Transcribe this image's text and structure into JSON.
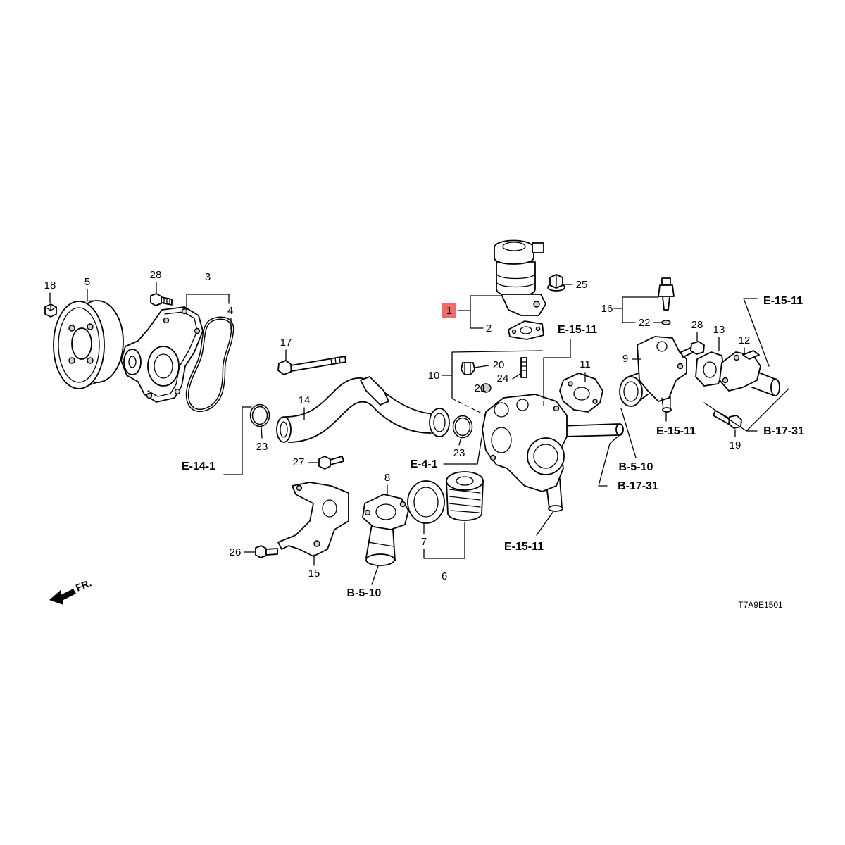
{
  "diagram": {
    "callouts": {
      "p1": "1",
      "p2": "2",
      "p3": "3",
      "p4": "4",
      "p5": "5",
      "p6": "6",
      "p7": "7",
      "p8": "8",
      "p9": "9",
      "p10": "10",
      "p11": "11",
      "p12": "12",
      "p13": "13",
      "p14": "14",
      "p15": "15",
      "p16": "16",
      "p17": "17",
      "p18": "18",
      "p19": "19",
      "p20": "20",
      "p21": "21",
      "p22": "22",
      "p23a": "23",
      "p23b": "23",
      "p24": "24",
      "p25": "25",
      "p26": "26",
      "p27": "27",
      "p28a": "28",
      "p28b": "28"
    },
    "references": {
      "e15_11_top": "E-15-11",
      "e15_11_right": "E-15-11",
      "e15_11_mid": "E-15-11",
      "e15_11_bottom": "E-15-11",
      "e14_1": "E-14-1",
      "e4_1": "E-4-1",
      "b5_10_bottom": "B-5-10",
      "b5_10_right": "B-5-10",
      "b17_31_mid": "B-17-31",
      "b17_31_right": "B-17-31"
    },
    "direction_label": "FR.",
    "drawing_code": "T7A9E1501",
    "icons": {
      "direction": "front-direction-arrow-icon"
    },
    "colors": {
      "highlight": "#f26b6b",
      "line": "#000000"
    }
  }
}
